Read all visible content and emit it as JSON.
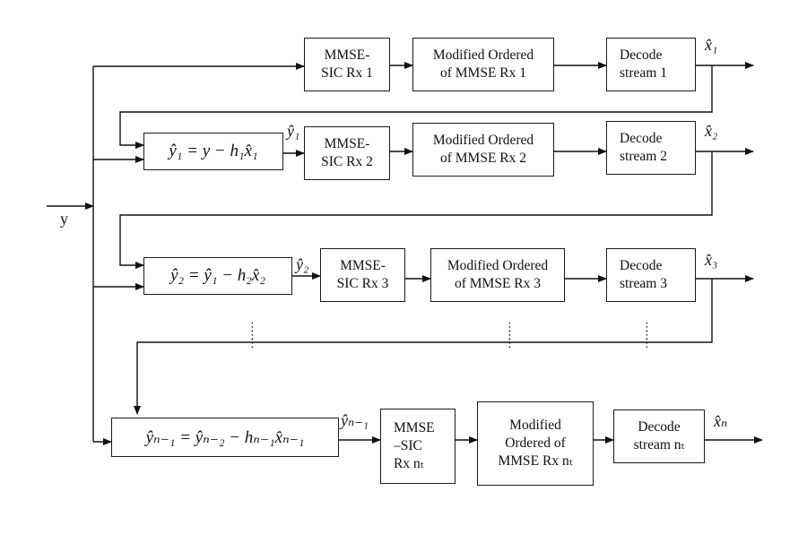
{
  "input_label": "y",
  "stages": [
    {
      "sic_box": [
        "MMSE-",
        "SIC Rx 1"
      ],
      "ordered_box": [
        "Modified Ordered",
        "of MMSE Rx 1"
      ],
      "decode_box": [
        "Decode",
        "stream 1"
      ],
      "output_label": "x̂₁"
    },
    {
      "equation": "ŷ₁ = y − h₁x̂₁",
      "intermediate_label": "ŷ₁",
      "sic_box": [
        "MMSE-",
        "SIC Rx 2"
      ],
      "ordered_box": [
        "Modified Ordered",
        "of MMSE Rx 2"
      ],
      "decode_box": [
        "Decode",
        "stream 2"
      ],
      "output_label": "x̂₂"
    },
    {
      "equation": "ŷ₂ = ŷ₁ − h₂x̂₂",
      "intermediate_label": "ŷ₂",
      "sic_box": [
        "MMSE-",
        "SIC Rx 3"
      ],
      "ordered_box": [
        "Modified Ordered",
        "of MMSE Rx 3"
      ],
      "decode_box": [
        "Decode",
        "stream 3"
      ],
      "output_label": "x̂₃"
    },
    {
      "equation": "ŷₙ₋₁ = ŷₙ₋₂ − hₙ₋₁x̂ₙ₋₁",
      "intermediate_label": "ŷₙ₋₁",
      "sic_box": [
        "MMSE",
        "–SIC",
        "Rx nₜ"
      ],
      "ordered_box": [
        "Modified",
        "Ordered of",
        "MMSE Rx nₜ"
      ],
      "decode_box": [
        "Decode",
        "stream nₜ"
      ],
      "output_label": "x̂ₙ"
    }
  ],
  "ellipsis": "⋮"
}
